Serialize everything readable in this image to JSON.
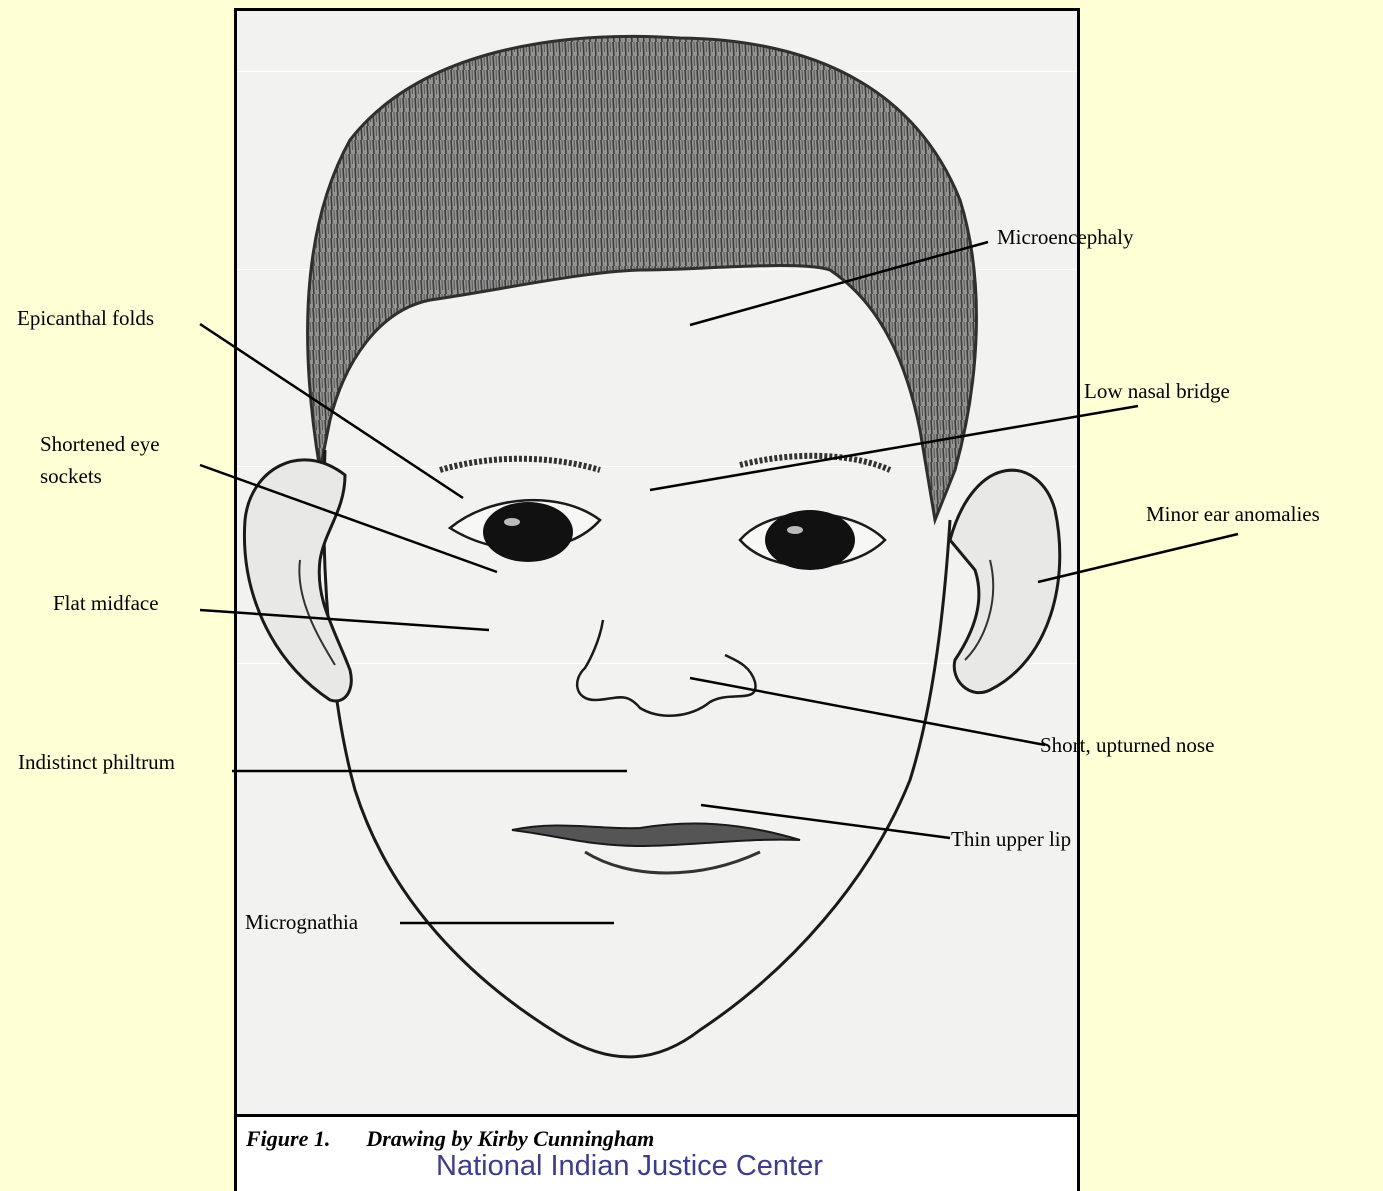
{
  "labels": {
    "microencephaly": "Microencephaly",
    "epicanthal_folds": "Epicanthal folds",
    "low_nasal_bridge": "Low nasal bridge",
    "shortened_eye_sockets_line1": "Shortened eye",
    "shortened_eye_sockets_line2": "sockets",
    "minor_ear_anomalies": "Minor ear anomalies",
    "flat_midface": "Flat midface",
    "short_upturned_nose": "Short, upturned nose",
    "indistinct_philtrum": "Indistinct philtrum",
    "thin_upper_lip": "Thin upper lip",
    "micrognathia": "Micrognathia"
  },
  "caption": {
    "figure_number": "Figure 1.",
    "description": "Drawing by Kirby Cunningham"
  },
  "credit": "National Indian Justice Center",
  "colors": {
    "background": "#ffffd6",
    "credit_text": "#3d3d8c"
  }
}
